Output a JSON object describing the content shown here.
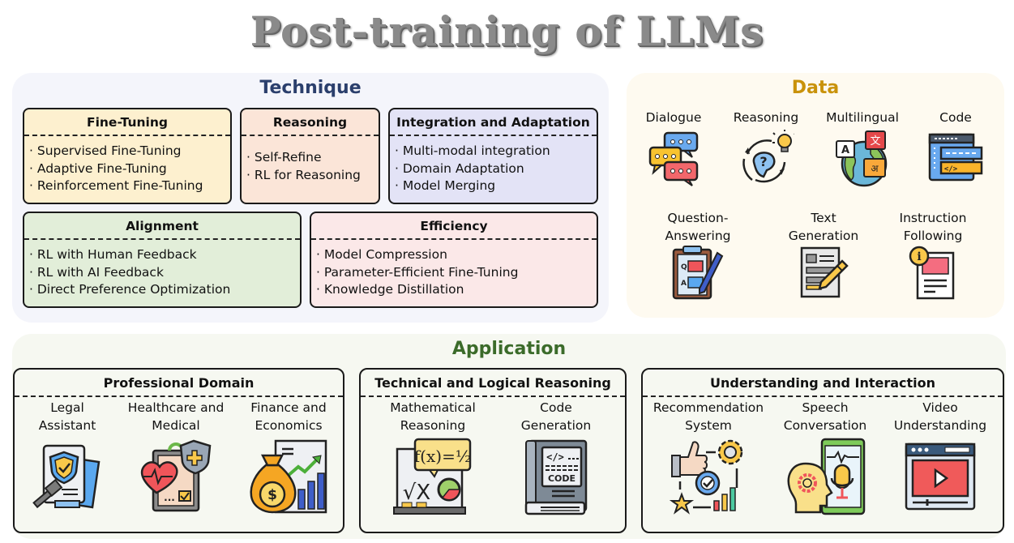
{
  "title": "Post-training of LLMs",
  "technique": {
    "title": "Technique",
    "boxes": [
      {
        "name": "Fine-Tuning",
        "color": "#fdf0cf",
        "items": [
          "Supervised Fine-Tuning",
          "Adaptive Fine-Tuning",
          "Reinforcement Fine-Tuning"
        ]
      },
      {
        "name": "Reasoning",
        "color": "#fbe5d8",
        "items": [
          "Self-Refine",
          "RL for Reasoning"
        ]
      },
      {
        "name": "Integration and Adaptation",
        "color": "#e3e3f6",
        "items": [
          "Multi-modal integration",
          "Domain Adaptation",
          "Model Merging"
        ]
      },
      {
        "name": "Alignment",
        "color": "#e2eed9",
        "items": [
          "RL with Human Feedback",
          "RL with AI Feedback",
          "Direct Preference Optimization"
        ]
      },
      {
        "name": "Efficiency",
        "color": "#fbe8e8",
        "items": [
          "Model Compression",
          "Parameter-Efficient Fine-Tuning",
          "Knowledge Distillation"
        ]
      }
    ]
  },
  "data": {
    "title": "Data",
    "items": [
      {
        "label": "Dialogue",
        "icon": "chat-bubbles-icon"
      },
      {
        "label": "Reasoning",
        "icon": "brain-lightbulb-icon"
      },
      {
        "label": "Multilingual",
        "icon": "globe-translate-icon"
      },
      {
        "label": "Code",
        "icon": "code-window-icon"
      },
      {
        "label_line1": "Question-",
        "label_line2": "Answering",
        "icon": "clipboard-qa-icon"
      },
      {
        "label_line1": "Text",
        "label_line2": "Generation",
        "icon": "document-pen-icon"
      },
      {
        "label_line1": "Instruction",
        "label_line2": "Following",
        "icon": "info-document-icon"
      }
    ]
  },
  "application": {
    "title": "Application",
    "groups": [
      {
        "name": "Professional Domain",
        "items": [
          {
            "line1": "Legal",
            "line2": "Assistant",
            "icon": "legal-gavel-icon"
          },
          {
            "line1": "Healthcare and",
            "line2": "Medical",
            "icon": "medical-heart-icon"
          },
          {
            "line1": "Finance and",
            "line2": "Economics",
            "icon": "money-bag-chart-icon"
          }
        ]
      },
      {
        "name": "Technical and Logical Reasoning",
        "items": [
          {
            "line1": "Mathematical",
            "line2": "Reasoning",
            "icon": "math-board-icon",
            "formula": "f(x)=½",
            "sqrt": "√X"
          },
          {
            "line1": "Code",
            "line2": "Generation",
            "icon": "code-book-icon",
            "tag": "</>",
            "word": "CODE"
          }
        ]
      },
      {
        "name": "Understanding and Interaction",
        "items": [
          {
            "line1": "Recommendation",
            "line2": "System",
            "icon": "recommendation-icon"
          },
          {
            "line1": "Speech",
            "line2": "Conversation",
            "icon": "speech-head-mic-icon"
          },
          {
            "line1": "Video",
            "line2": "Understanding",
            "icon": "video-player-icon"
          }
        ]
      }
    ]
  },
  "colors": {
    "technique_title": "#2b3f6c",
    "data_title": "#c9920a",
    "application_title": "#3b6b2a"
  }
}
